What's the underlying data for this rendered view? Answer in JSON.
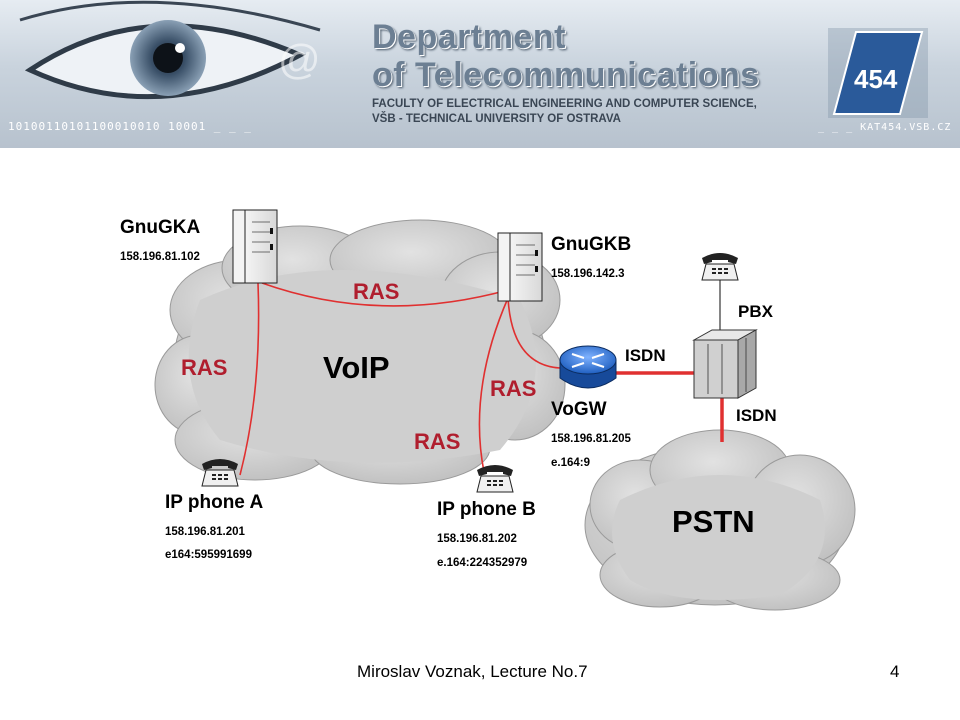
{
  "header": {
    "title_line1": "Department",
    "title_line2": "of Telecommunications",
    "faculty_line1": "FACULTY OF ELECTRICAL ENGINEERING AND COMPUTER SCIENCE,",
    "faculty_line2": "VŠB - TECHNICAL UNIVERSITY OF OSTRAVA",
    "binary_text": "10100110101100010010 10001 _ _ _",
    "logo_text": "454",
    "url_text": "_ _ _ KAT454.VSB.CZ"
  },
  "diagram": {
    "clouds": {
      "voip": "VoIP",
      "pstn": "PSTN"
    },
    "nodes": {
      "gnugka": {
        "name": "GnuGKA",
        "ip": "158.196.81.102"
      },
      "gnugkb": {
        "name": "GnuGKB",
        "ip": "158.196.142.3"
      },
      "vogw": {
        "name": "VoGW",
        "ip": "158.196.81.205",
        "e164": "e.164:9"
      },
      "phone_a": {
        "name": "IP phone A",
        "ip": "158.196.81.201",
        "e164": "e164:595991699"
      },
      "phone_b": {
        "name": "IP phone B",
        "ip": "158.196.81.202",
        "e164": "e.164:224352979"
      },
      "pbx": {
        "name": "PBX"
      }
    },
    "links": {
      "ras_ab": "RAS",
      "ras_a_phone": "RAS",
      "ras_b_gw": "RAS",
      "ras_b_phone": "RAS",
      "isdn_gw_pbx": "ISDN",
      "isdn_pbx_pstn": "ISDN"
    },
    "colors": {
      "link": "#e03030",
      "ras_label": "#b01e2e",
      "cloud": "#c8c8c8"
    }
  },
  "footer": {
    "text": "Miroslav Voznak, Lecture No.7",
    "page": "4"
  }
}
